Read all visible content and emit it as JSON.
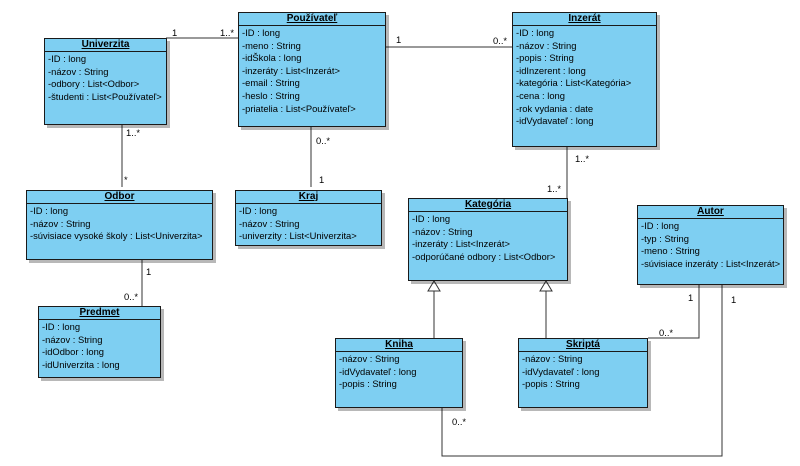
{
  "colors": {
    "class_fill": "#7ecff2",
    "border": "#1a1a1a",
    "line": "#333333"
  },
  "classes": {
    "univerzita": {
      "name": "Univerzita",
      "attributes": [
        "-ID : long",
        "-názov : String",
        "-odbory : List<Odbor>",
        "-študenti : List<Používateľ>"
      ]
    },
    "pouzivatel": {
      "name": "Používateľ",
      "attributes": [
        "-ID : long",
        "-meno : String",
        "-idŠkola : long",
        "-inzeráty : List<Inzerát>",
        "-email : String",
        "-heslo : String",
        "-priatelia : List<Používateľ>"
      ]
    },
    "inzerat": {
      "name": "Inzerát",
      "attributes": [
        "-ID : long",
        "-názov : String",
        "-popis : String",
        "-idInzerent : long",
        "-kategória : List<Kategória>",
        "-cena : long",
        "-rok vydania : date",
        "-idVydavateľ : long"
      ]
    },
    "odbor": {
      "name": "Odbor",
      "attributes": [
        "-ID : long",
        "-názov : String",
        "-súvisiace vysoké školy : List<Univerzita>"
      ]
    },
    "kraj": {
      "name": "Kraj",
      "attributes": [
        "-ID : long",
        "-názov : String",
        "-univerzity : List<Univerzita>"
      ]
    },
    "kategoria": {
      "name": "Kategória",
      "attributes": [
        "-ID : long",
        "-názov : String",
        "-inzeráty : List<Inzerát>",
        "-odporúčané odbory : List<Odbor>"
      ]
    },
    "autor": {
      "name": "Autor",
      "attributes": [
        "-ID : long",
        "-typ : String",
        "-meno : String",
        "-súvisiace inzeráty : List<Inzerát>"
      ]
    },
    "predmet": {
      "name": "Predmet",
      "attributes": [
        "-ID : long",
        "-názov : String",
        "-idOdbor : long",
        "-idUniverzita : long"
      ]
    },
    "kniha": {
      "name": "Kniha",
      "attributes": [
        "-názov : String",
        "-idVydavateľ : long",
        "-popis : String"
      ]
    },
    "skripta": {
      "name": "Skriptá",
      "attributes": [
        "-názov : String",
        "-idVydavateľ : long",
        "-popis : String"
      ]
    }
  },
  "multiplicities": {
    "univ_pouz_univ": "1",
    "univ_pouz_pouz": "1..*",
    "pouz_inzerat_pouz": "1",
    "pouz_inzerat_inzerat": "0..*",
    "pouz_kraj_pouz": "0..*",
    "pouz_kraj_kraj": "1",
    "univ_odbor_univ": "1..*",
    "univ_odbor_odbor": "*",
    "inzerat_kategoria_inzerat": "1..*",
    "inzerat_kategoria_kategoria": "1..*",
    "odbor_predmet_odbor": "1",
    "odbor_predmet_predmet": "0..*",
    "autor_skripta_autor": "1",
    "autor_skripta_skripta": "0..*",
    "autor_kniha_autor": "1",
    "autor_kniha_kniha": "0..*"
  }
}
